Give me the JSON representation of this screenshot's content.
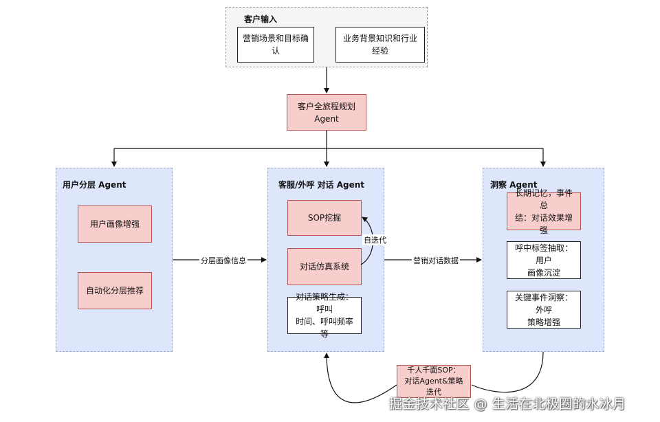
{
  "customer_input": {
    "title": "客户输入",
    "items": [
      "营销场景和目标确认",
      "业务背景知识和行业经验"
    ]
  },
  "planner": {
    "label": "客户全旅程规划 Agent"
  },
  "user_layer": {
    "title": "用户分层 Agent",
    "items": [
      "用户画像增强",
      "自动化分层推荐"
    ]
  },
  "dialog": {
    "title": "客服/外呼 对话 Agent",
    "sop": "SOP挖掘",
    "sim": "对话仿真系统",
    "self_iter": "自迭代",
    "strategy_line1": "对话策略生成：呼叫",
    "strategy_line2": "时间、呼叫频率等"
  },
  "insight": {
    "title": "洞察 Agent",
    "memory_line1": "长期记忆，事件总",
    "memory_line2": "结：对话效果增强",
    "tag_line1": "呼中标签抽取：用户",
    "tag_line2": "画像沉淀",
    "event_line1": "关键事件洞察：外呼",
    "event_line2": "策略增强"
  },
  "edges": {
    "profile_info": "分层画像信息",
    "marketing_data": "营销对话数据"
  },
  "feedback": {
    "line1": "千人千面SOP：",
    "line2": "对话Agent&策略迭代"
  },
  "watermark": "掘金技术社区 @ 生活在北极圈的水冰月",
  "colors": {
    "group_fill": "#dde6fb",
    "group_border": "#9aa7c9",
    "pink_fill": "#f8cecc",
    "pink_border": "#b85450"
  }
}
